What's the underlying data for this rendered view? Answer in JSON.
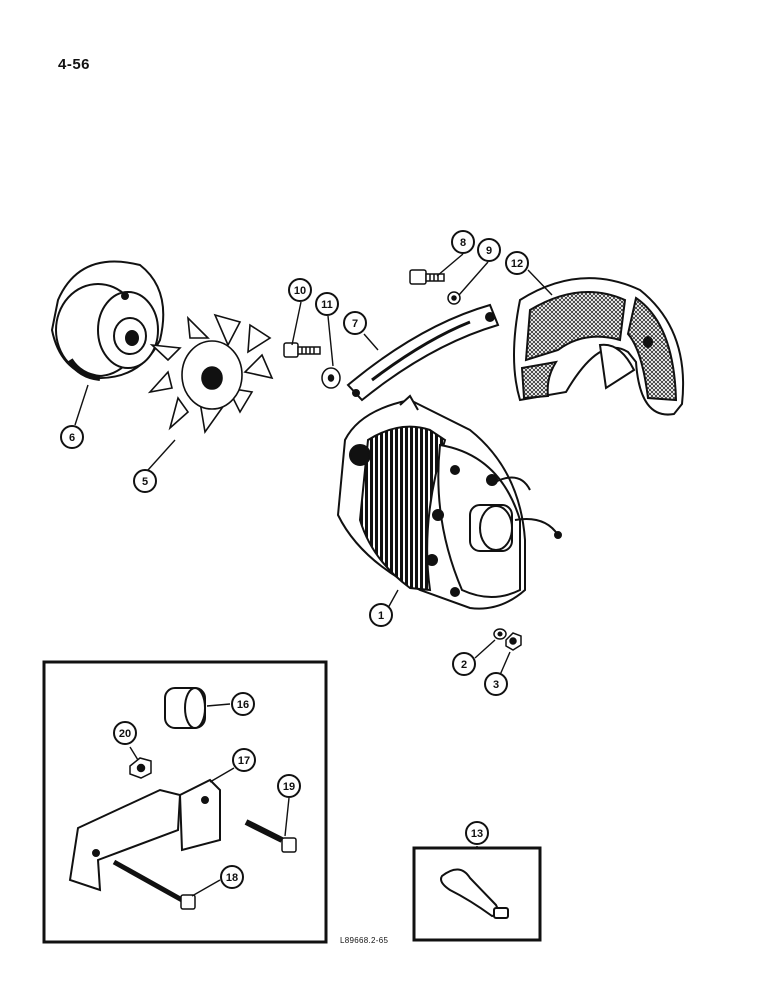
{
  "page": {
    "number": "4-56",
    "drawing_code": "L89668.2-65"
  },
  "callouts": [
    "1",
    "2",
    "3",
    "5",
    "6",
    "7",
    "8",
    "9",
    "10",
    "11",
    "12",
    "13",
    "16",
    "17",
    "18",
    "19",
    "20"
  ],
  "colors": {
    "ink": "#111111",
    "paper": "#ffffff"
  }
}
